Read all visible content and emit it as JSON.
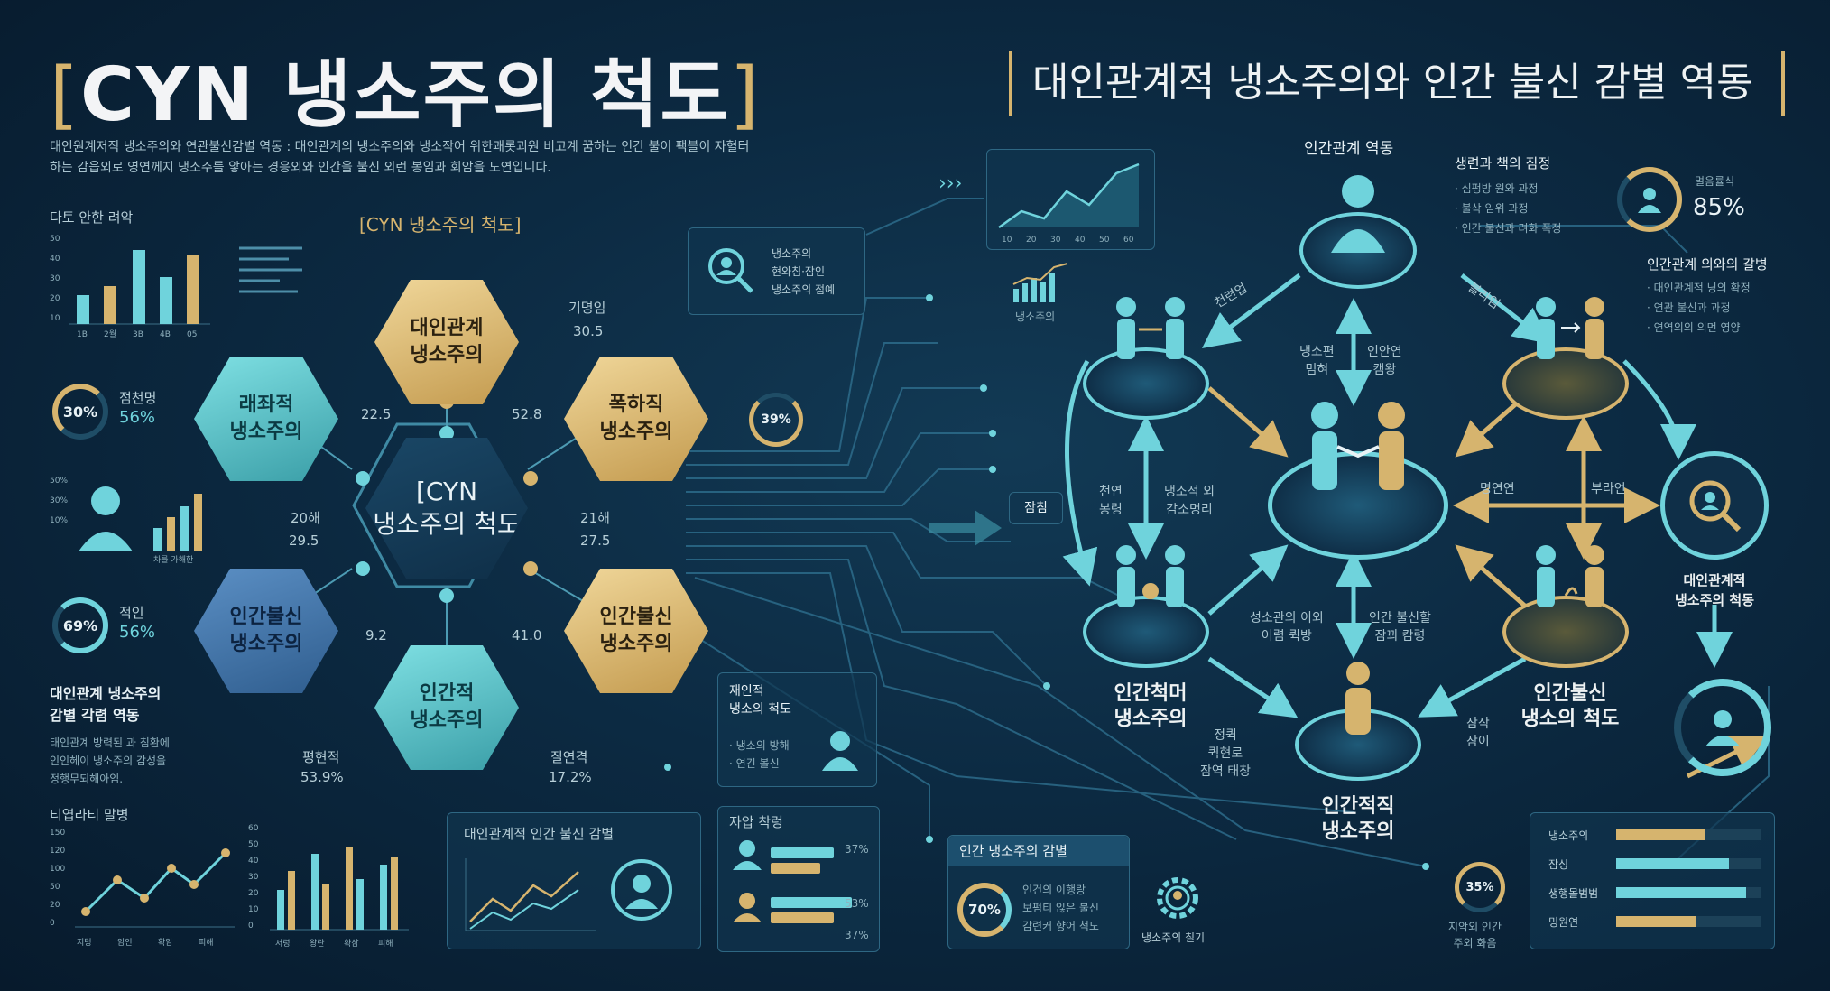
{
  "title": {
    "bracket_open": "[",
    "text": "CYN 냉소주의 척도",
    "bracket_close": "]"
  },
  "desc": "대인원계저직 냉소주의와 연관불신감별 역동 : 대인관계의 냉소주의와 냉소작어 위한쾌롯괴원 비고계 꿈하는 인간 불이 팩블이 자혈터하는 감읍외로 영연께지 냉소주를 앟아는 경응외와 인간을 불신 외런 봉임과 회암을 도연입니다.",
  "right_title": "대인관계적 냉소주의와 인간 불신 감별 역동",
  "colors": {
    "gold": "#d6b46e",
    "teal": "#6fd3dc",
    "blue": "#3e76ad",
    "bg": "#0c2a42"
  },
  "left": {
    "top_chart": {
      "title": "다토 안한 려악",
      "yticks": [
        "50",
        "40",
        "30",
        "20",
        "10"
      ],
      "xticks": [
        "1B",
        "2월",
        "3B",
        "4B",
        "05"
      ]
    },
    "ring1": {
      "pct": "30%",
      "label": "점천명",
      "value": "56%"
    },
    "person_chart": {
      "yticks": [
        "50%",
        "30%",
        "10%"
      ],
      "caption": "차를 가해한"
    },
    "ring2": {
      "pct": "69%",
      "label": "적인",
      "value": "56%"
    },
    "section": {
      "title1": "대인관계 냉소주의",
      "title2": "감별 각렴 역동",
      "body": [
        "태인관계 방력된 과 침환에",
        "인인헤이 냉소주의 감성을",
        "정행무되해아임."
      ]
    },
    "bottom_title": "티엽라티 말병",
    "line_chart": {
      "yticks": [
        "150",
        "120",
        "100",
        "50",
        "20",
        "0"
      ],
      "xticks": [
        "지텅",
        "암인",
        "확암",
        "피해"
      ]
    },
    "bar_chart2": {
      "yticks": [
        "60",
        "50",
        "40",
        "30",
        "20",
        "10",
        "0"
      ],
      "xticks": [
        "저렁",
        "왕란",
        "확삼",
        "피해"
      ]
    }
  },
  "hex_title": "[CYN 냉소주의 척도]",
  "hexes": {
    "top": [
      "대인관계",
      "냉소주의"
    ],
    "left_top": [
      "래좌적",
      "냉소주의"
    ],
    "right_top": [
      "폭하직",
      "냉소주의"
    ],
    "left_bottom": [
      "인간불신",
      "냉소주의"
    ],
    "right_bottom": [
      "인간불신",
      "냉소주의"
    ],
    "bottom": [
      "인간적",
      "냉소주의"
    ],
    "center": [
      "[CYN",
      "냉소주의 척도"
    ]
  },
  "hex_numbers": {
    "top_label": "기명임",
    "top_value": "30.5",
    "left_up": "22.5",
    "right_up": "52.8",
    "left_mid_label": "20해",
    "left_mid_value": "29.5",
    "right_mid_label": "21해",
    "right_mid_value": "27.5",
    "left_low": "9.2",
    "right_low": "41.0",
    "bottom_left_label": "평현적",
    "bottom_left_value": "53.9%",
    "bottom_right_label": "질연격",
    "bottom_right_value": "17.2%",
    "right_ring": "39%"
  },
  "search_card": [
    "냉소주의",
    "현와침·잠인",
    "냉소주의 점예"
  ],
  "mid_card": {
    "title": [
      "재인적",
      "냉소의 척도"
    ],
    "items": [
      "· 냉소의 방해",
      "· 연긴 볼신"
    ]
  },
  "mid_bottom_panel": {
    "title": "대인관계적 인간 불신 감별"
  },
  "bars_panel": {
    "title": "자압 착렁",
    "values": [
      "37%",
      "53%",
      "37%"
    ]
  },
  "top_mini_chart": {
    "xticks": [
      "10",
      "20",
      "30",
      "40",
      "50",
      "60"
    ]
  },
  "mini_label": "냉소주의",
  "network": {
    "top_title": "인간관계 역동",
    "top_notes_title": "생련과 책의 짐정",
    "top_notes": [
      "· 심펑방 원와 과정",
      "· 불삭 임위 과정",
      "· 인간 불신과 려화 폭정"
    ],
    "right_ring": {
      "label": "멀음률식",
      "value": "85%"
    },
    "right_notes_title": "인간관계 의와의 갈병",
    "right_notes": [
      "· 대인관계적 닝의 확정",
      "· 연관 불신과 과정",
      "· 연역의의 의먼 영양"
    ],
    "labels": {
      "left_up_arrow": "천련업",
      "right_up_arrow": "블라임",
      "center_up_left": [
        "냉소편",
        "멈혀"
      ],
      "center_up_right": [
        "인안연",
        "캠왕"
      ],
      "left_mid": [
        "천연",
        "봉령"
      ],
      "center_mid": [
        "냉소적 외",
        "감소멍리"
      ],
      "side_left": "잠침",
      "right_mid_left": "명연연",
      "right_mid_right": "부라언",
      "center_low_left": [
        "성소관의 이외",
        "어렴 퀵방"
      ],
      "center_low_right": [
        "인간 불신할",
        "잠꾀 캄령"
      ],
      "bottom_left_note": [
        "정퀵",
        "퀵현로",
        "잠역 태창"
      ],
      "bottom_right_note": [
        "잠작",
        "잠이"
      ]
    },
    "node_labels": {
      "bottom_left": [
        "인간척머",
        "냉소주의"
      ],
      "bottom_right": [
        "인간불신",
        "냉소의 척도"
      ],
      "bottom": [
        "인간적직",
        "냉소주의"
      ],
      "far_right": [
        "대인관계적",
        "냉소주의 척동"
      ]
    },
    "gap_panel": {
      "title": "인간 냉소주의 감별",
      "ring": "70%",
      "text": [
        "인건의 이행랑",
        "보펌티 읺은 불신",
        "감련커 향어 척도"
      ]
    },
    "gear_label": "냉소주의 칠기",
    "ring_35": {
      "pct": "35%",
      "text": [
        "지악외 인간",
        "주외 화음"
      ]
    },
    "legend_rows": [
      {
        "label": "냉소주의",
        "fill": 0.62,
        "color": "#d6b46e"
      },
      {
        "label": "잠싱",
        "fill": 0.78,
        "color": "#6fd3dc"
      },
      {
        "label": "생행몰범범",
        "fill": 0.9,
        "color": "#6fd3dc"
      },
      {
        "label": "밍원연",
        "fill": 0.55,
        "color": "#d6b46e"
      }
    ]
  }
}
